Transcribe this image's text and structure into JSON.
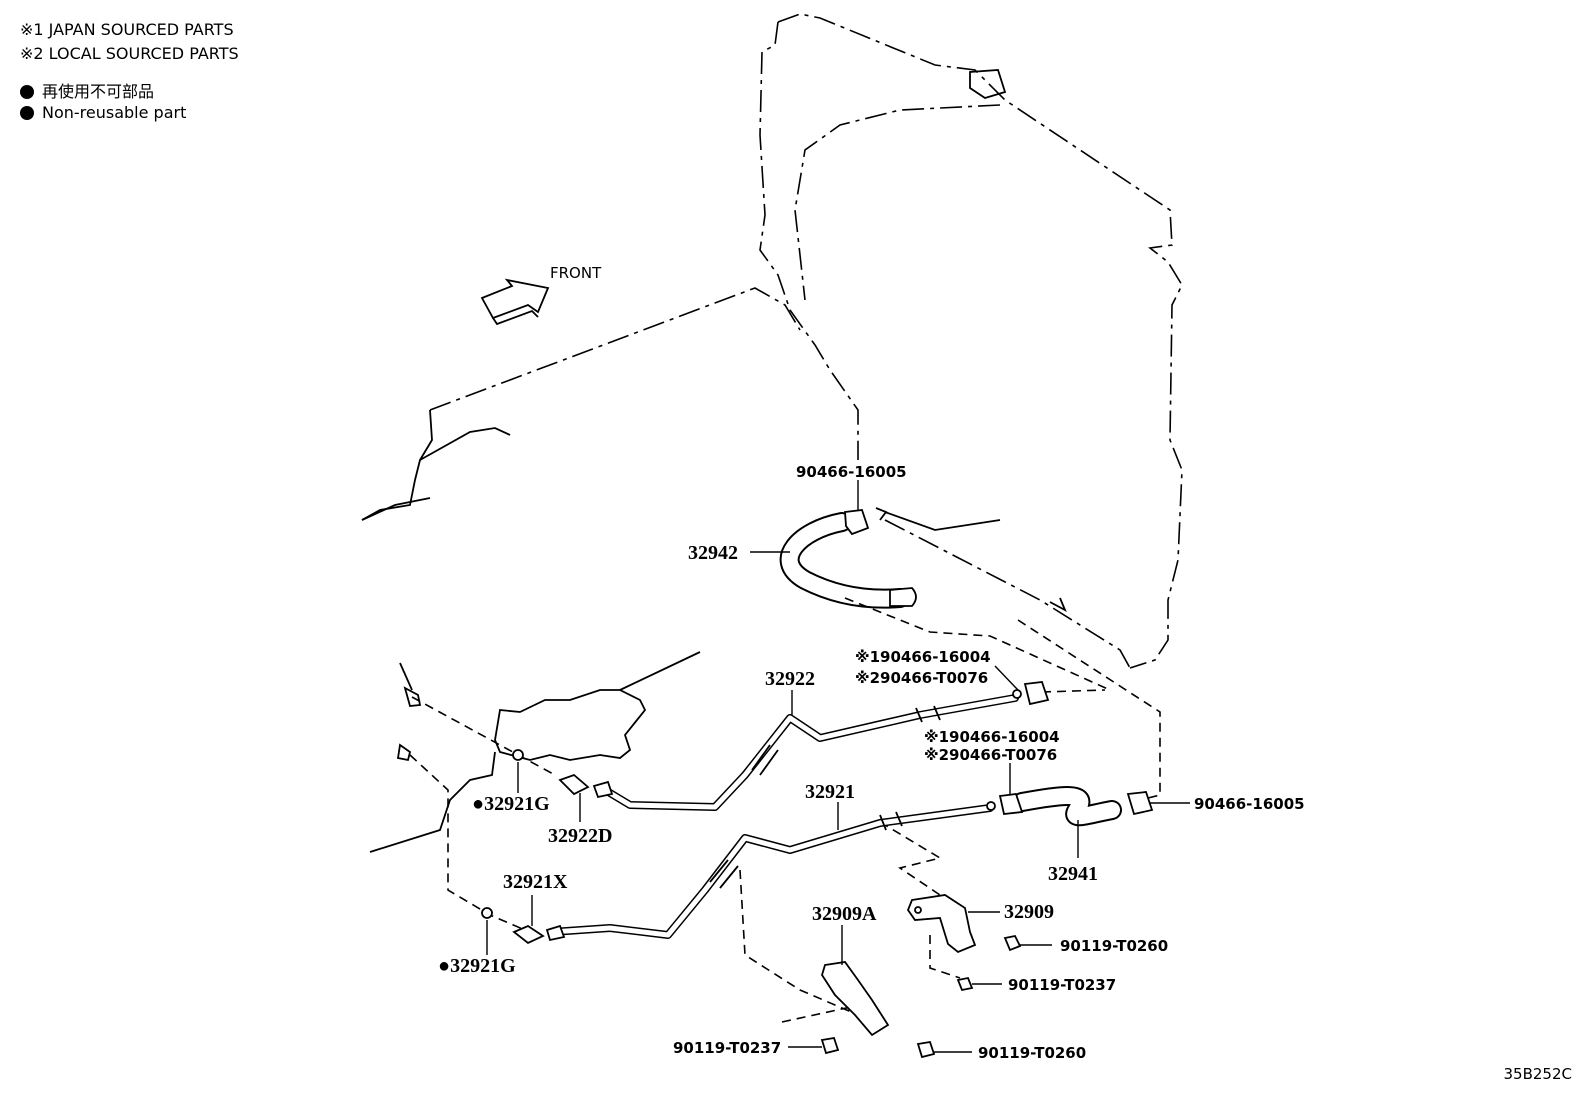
{
  "legend": {
    "note1": "※1 JAPAN SOURCED PARTS",
    "note2": "※2 LOCAL SOURCED PARTS",
    "nonreusable_jp": "再使用不可部品",
    "nonreusable_en": "Non-reusable part"
  },
  "front_label": "FRONT",
  "diagram_code": "35B252C",
  "callouts": {
    "clip_top": "90466-16005",
    "hose_32942": "32942",
    "clip_32922_n1": "※190466-16004",
    "clip_32922_n2": "※290466-T0076",
    "pipe_32922": "32922",
    "clip_32921_n1": "※190466-16004",
    "clip_32921_n2": "※290466-T0076",
    "pipe_32921": "32921",
    "clip_right": "90466-16005",
    "hose_32941": "32941",
    "gasket_upper": "●32921G",
    "union_32922D": "32922D",
    "union_32921X": "32921X",
    "gasket_lower": "●32921G",
    "bracket_32909A": "32909A",
    "bracket_32909": "32909",
    "bolt_a": "90119-T0260",
    "bolt_b": "90119-T0237",
    "bolt_c": "90119-T0237",
    "bolt_d": "90119-T0260"
  },
  "icons": {
    "front_arrow": "front-arrow-icon",
    "nonreusable": "filled-circle-icon"
  }
}
